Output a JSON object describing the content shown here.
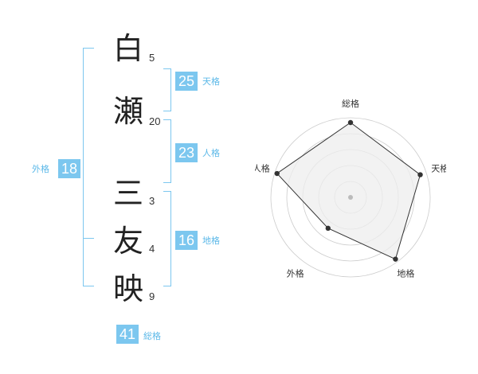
{
  "name_chars": [
    {
      "char": "白",
      "strokes": "5"
    },
    {
      "char": "瀬",
      "strokes": "20"
    },
    {
      "char": "三",
      "strokes": "3"
    },
    {
      "char": "友",
      "strokes": "4"
    },
    {
      "char": "映",
      "strokes": "9"
    }
  ],
  "fortunes": {
    "tenkaku": {
      "label": "天格",
      "value": "25"
    },
    "jinkaku": {
      "label": "人格",
      "value": "23"
    },
    "chikaku": {
      "label": "地格",
      "value": "16"
    },
    "gaikaku": {
      "label": "外格",
      "value": "18"
    },
    "soukaku": {
      "label": "総格",
      "value": "41"
    }
  },
  "radar": {
    "axes": [
      "総格",
      "天格",
      "地格",
      "外格",
      "人格"
    ],
    "levels": [
      0.94,
      0.92,
      0.96,
      0.48,
      0.97
    ],
    "ring_count": 5,
    "colors": {
      "ring": "#cccccc",
      "fill": "#eeeeee",
      "outline": "#333333",
      "point": "#333333",
      "center": "#bbbbbb"
    }
  },
  "colors": {
    "accent": "#7cc7ef",
    "accent_text": "#5bb8e8",
    "kanji": "#222222"
  }
}
